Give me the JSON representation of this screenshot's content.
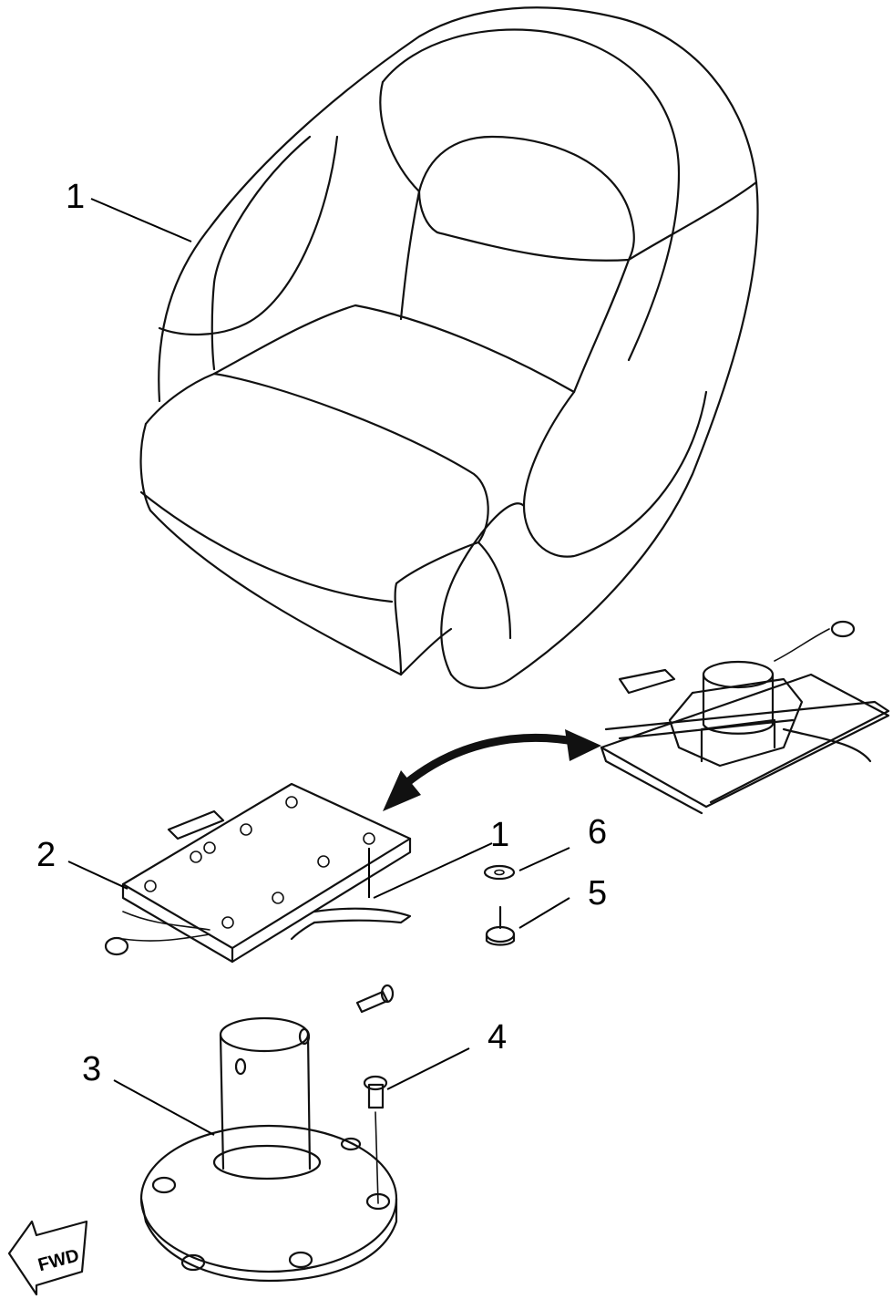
{
  "callouts": {
    "seat": "1",
    "slide_plate": "2",
    "pedestal": "3",
    "bolt": "4",
    "screw": "5",
    "washer": "6",
    "swivel_ref": "1"
  },
  "direction_arrow": {
    "label": "FWD",
    "icon": "arrow-left-icon"
  }
}
